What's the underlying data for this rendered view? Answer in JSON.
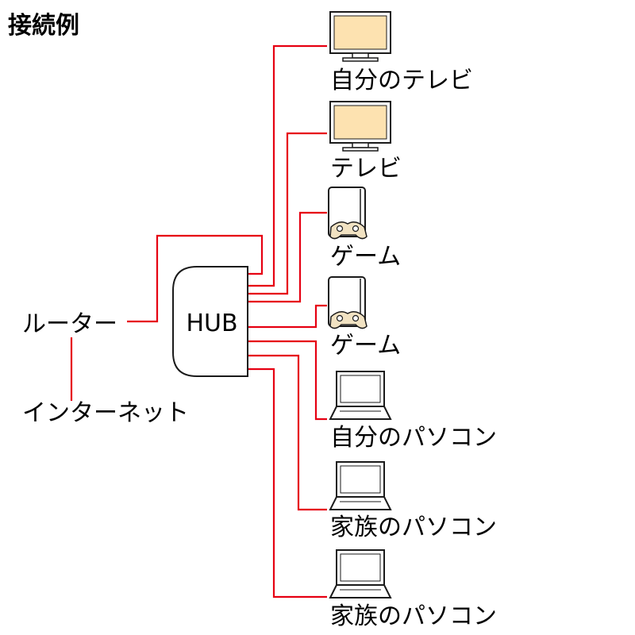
{
  "title": "接続例",
  "colors": {
    "wire": "#e60012",
    "outline": "#1a1a1a",
    "tv_screen": "#fde2b0",
    "controller": "#f1e2c2"
  },
  "nodes": {
    "router": {
      "label": "ルーター"
    },
    "internet": {
      "label": "インターネット"
    },
    "hub": {
      "label": "HUB"
    }
  },
  "devices": [
    {
      "label": "自分のテレビ",
      "icon": "tv-icon"
    },
    {
      "label": "テレビ",
      "icon": "tv-icon"
    },
    {
      "label": "ゲーム",
      "icon": "game-console-icon"
    },
    {
      "label": "ゲーム",
      "icon": "game-console-icon"
    },
    {
      "label": "自分のパソコン",
      "icon": "laptop-icon"
    },
    {
      "label": "家族のパソコン",
      "icon": "laptop-icon"
    },
    {
      "label": "家族のパソコン",
      "icon": "laptop-icon"
    }
  ]
}
